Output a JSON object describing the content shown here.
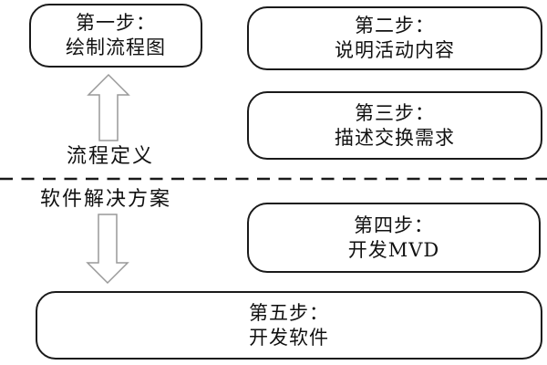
{
  "diagram": {
    "background_color": "#ffffff",
    "box_border_color": "#1a1a1a",
    "text_color": "#111111",
    "arrow_outline_color": "#999999",
    "arrow_fill_color": "#ffffff",
    "divider_style": "dashed",
    "boxes": [
      {
        "id": "step1",
        "line1": "第一步：",
        "line2": "绘制流程图"
      },
      {
        "id": "step2",
        "line1": "第二步：",
        "line2": "说明活动内容"
      },
      {
        "id": "step3",
        "line1": "第三步：",
        "line2": "描述交换需求"
      },
      {
        "id": "step4",
        "line1": "第四步：",
        "line2": "开发MVD"
      },
      {
        "id": "step5",
        "line1": "第五步：",
        "line2": "开发软件"
      }
    ],
    "labels": {
      "process_definition": "流程定义",
      "software_solution": "软件解决方案"
    }
  }
}
